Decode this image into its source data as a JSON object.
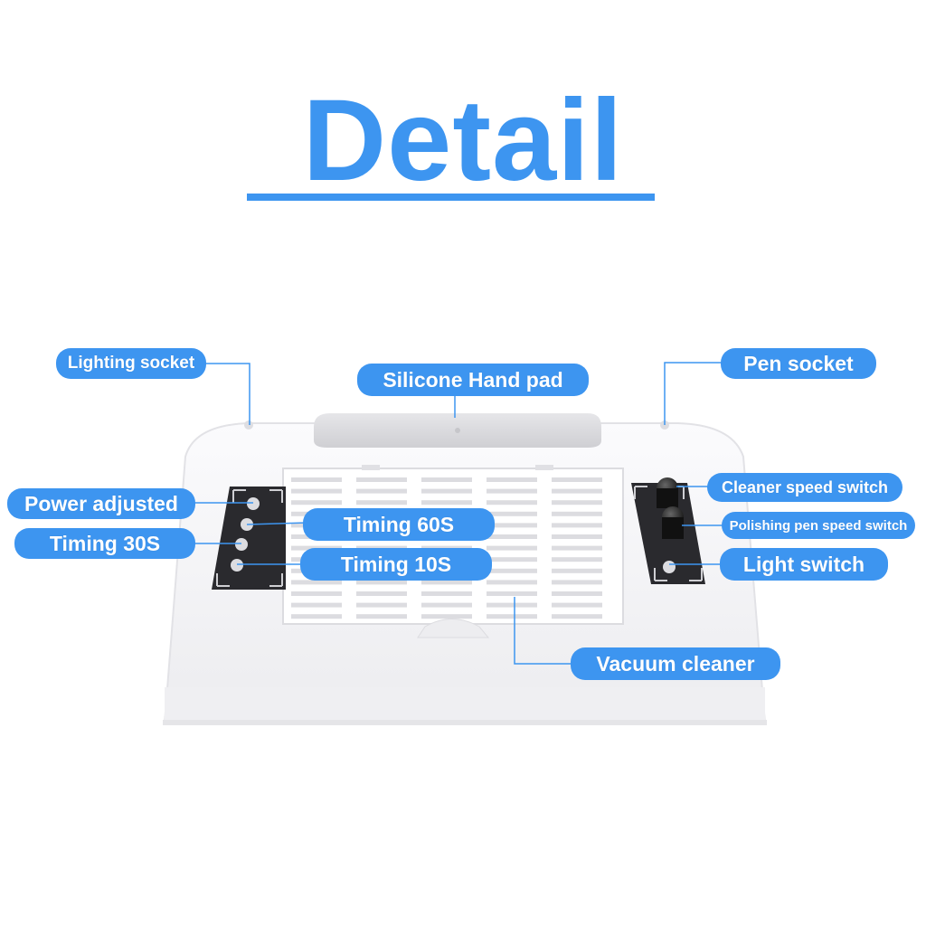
{
  "title": "Detail",
  "colors": {
    "accent": "#3d95f0",
    "leader_line": "#3d95f0",
    "device_body": "#f6f6f8",
    "device_shadow": "#e4e4e8",
    "grille": "#e7e7ea",
    "panel": "#2a2a2e",
    "hand_pad": "#d9d9dc"
  },
  "callouts": {
    "lighting_socket": "Lighting socket",
    "silicone_hand_pad": "Silicone Hand pad",
    "pen_socket": "Pen socket",
    "power_adjusted": "Power adjusted",
    "timing_60s": "Timing 60S",
    "timing_30s": "Timing 30S",
    "timing_10s": "Timing 10S",
    "cleaner_speed_switch": "Cleaner speed switch",
    "polishing_pen_speed_switch": "Polishing pen speed switch",
    "light_switch": "Light switch",
    "vacuum_cleaner": "Vacuum cleaner"
  }
}
